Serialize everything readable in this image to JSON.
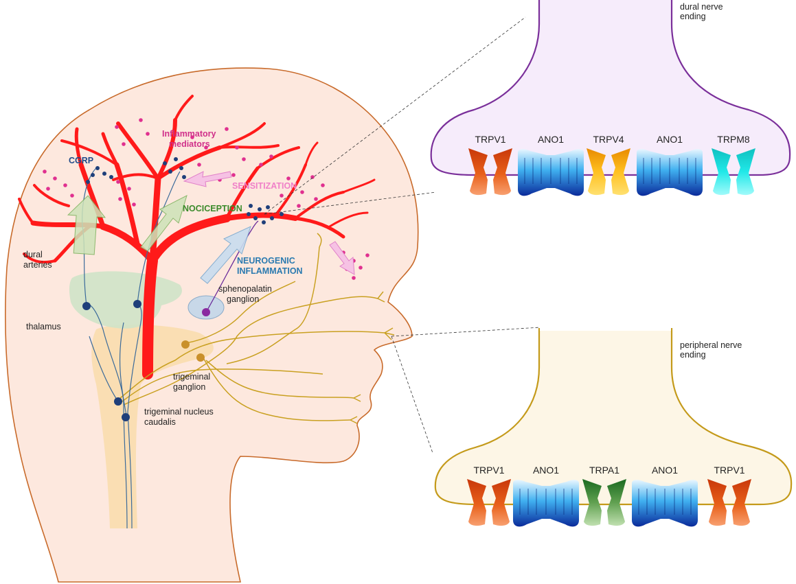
{
  "labels": {
    "dural_nerve_ending": [
      "dural nerve",
      "ending"
    ],
    "peripheral_nerve_ending": [
      "peripheral nerve",
      "ending"
    ],
    "cgrp": "CGRP",
    "inflammatory_mediators": [
      "Inflammatory",
      "mediators"
    ],
    "sensitization": "SENSITIZATION",
    "nociception": "NOCICEPTION",
    "neurogenic_inflammation": [
      "NEUROGENIC",
      "INFLAMMATION"
    ],
    "sphenopalatin_ganglion": [
      "sphenopalatin",
      "ganglion"
    ],
    "dural_arteries": [
      "dural",
      "arteries"
    ],
    "thalamus": "thalamus",
    "trigeminal_ganglion": [
      "trigeminal",
      "ganglion"
    ],
    "trigeminal_nucleus_caudalis": [
      "trigeminal nucleus",
      "caudalis"
    ]
  },
  "dural_channels": [
    "TRPV1",
    "ANO1",
    "TRPV4",
    "ANO1",
    "TRPM8"
  ],
  "peripheral_channels": [
    "TRPV1",
    "ANO1",
    "TRPA1",
    "ANO1",
    "TRPV1"
  ],
  "colors": {
    "artery": "#ff1a1a",
    "cgrp_dot": "#1f3f7a",
    "mediator_dot": "#e0308f",
    "dural_membrane": "#7a2f9a",
    "dural_fill": "#f6ecfb",
    "peripheral_membrane": "#c49a1a",
    "peripheral_fill": "#fdf6e6",
    "head_fill": "#fde8de",
    "head_outline": "#c86a2a",
    "nerve_yellow": "#c9a020",
    "nerve_blue": "#3a6a9a",
    "sensitization_text": "#f080c8",
    "nociception_text": "#3a8a2a",
    "neurogenic_text": "#2a7ab0",
    "cgrp_text": "#1f4a8a",
    "mediators_text": "#d0308a"
  }
}
